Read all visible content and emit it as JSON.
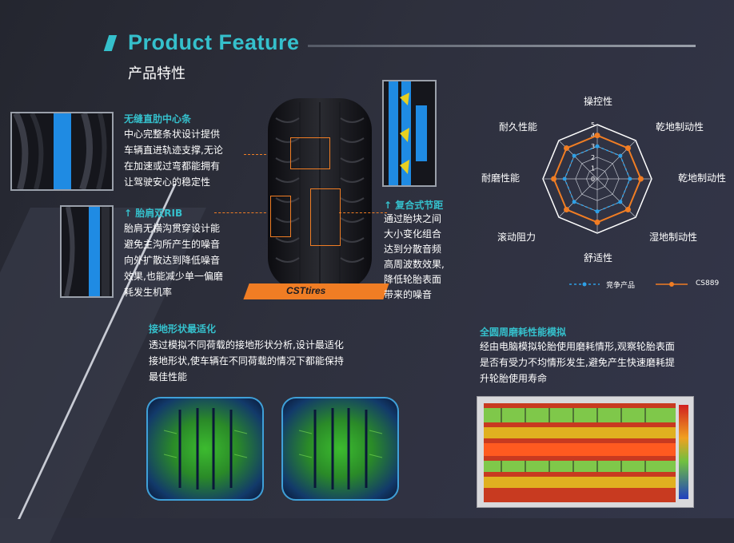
{
  "header": {
    "title_en": "Product Feature",
    "title_cn": "产品特性"
  },
  "features": {
    "seamless_rib": {
      "title": "无缝直肋中心条",
      "lines": [
        "中心完整条状设计提供",
        "车辆直进轨迹支撑,无论",
        "在加速或过弯都能拥有",
        "让驾驶安心的稳定性"
      ]
    },
    "shoulder_rib": {
      "title": "↑ 胎肩双RIB",
      "lines": [
        "胎肩无横沟贯穿设计能",
        "避免主沟所产生的噪音",
        "向外扩散达到降低噪音",
        "效果,也能减少单一偏磨",
        "耗发生机率"
      ]
    },
    "pitch": {
      "title": "↑ 复合式节距",
      "lines": [
        "通过胎块之间",
        "大小变化组合",
        "达到分散音频",
        "高周波数效果,",
        "降低轮胎表面",
        "带来的噪音"
      ]
    },
    "footprint": {
      "title": "接地形状最适化",
      "lines": [
        "透过模拟不同荷载的接地形状分析,设计最适化",
        "接地形状,使车辆在不同荷载的情况下都能保持",
        "最佳性能"
      ]
    },
    "wear_sim": {
      "title": "全圆周磨耗性能模拟",
      "lines": [
        "经由电脑模拟轮胎使用磨耗情形,观察轮胎表面",
        "是否有受力不均情形发生,避免产生快速磨耗提",
        "升轮胎使用寿命"
      ]
    }
  },
  "tire": {
    "brand": "CSTtires"
  },
  "chart_data": {
    "type": "radar",
    "categories": [
      "操控性",
      "乾地制动性",
      "乾地制动性",
      "湿地制动性",
      "舒适性",
      "滚动阻力",
      "耐磨性能",
      "耐久性能"
    ],
    "rlim": [
      0,
      5
    ],
    "ticks": [
      "0",
      "1",
      "2",
      "3",
      "4",
      "5"
    ],
    "series": [
      {
        "name": "竞争产品",
        "color": "#2ea0e6",
        "style": "dashed",
        "values": [
          3,
          3,
          3,
          3,
          3,
          3,
          3,
          3
        ]
      },
      {
        "name": "CS889",
        "color": "#f07d24",
        "style": "solid",
        "values": [
          4,
          4,
          4,
          4,
          4,
          4,
          4,
          4
        ]
      }
    ]
  },
  "colors": {
    "accent": "#35c0cc",
    "orange": "#f07d24",
    "blue": "#1f8be3"
  }
}
